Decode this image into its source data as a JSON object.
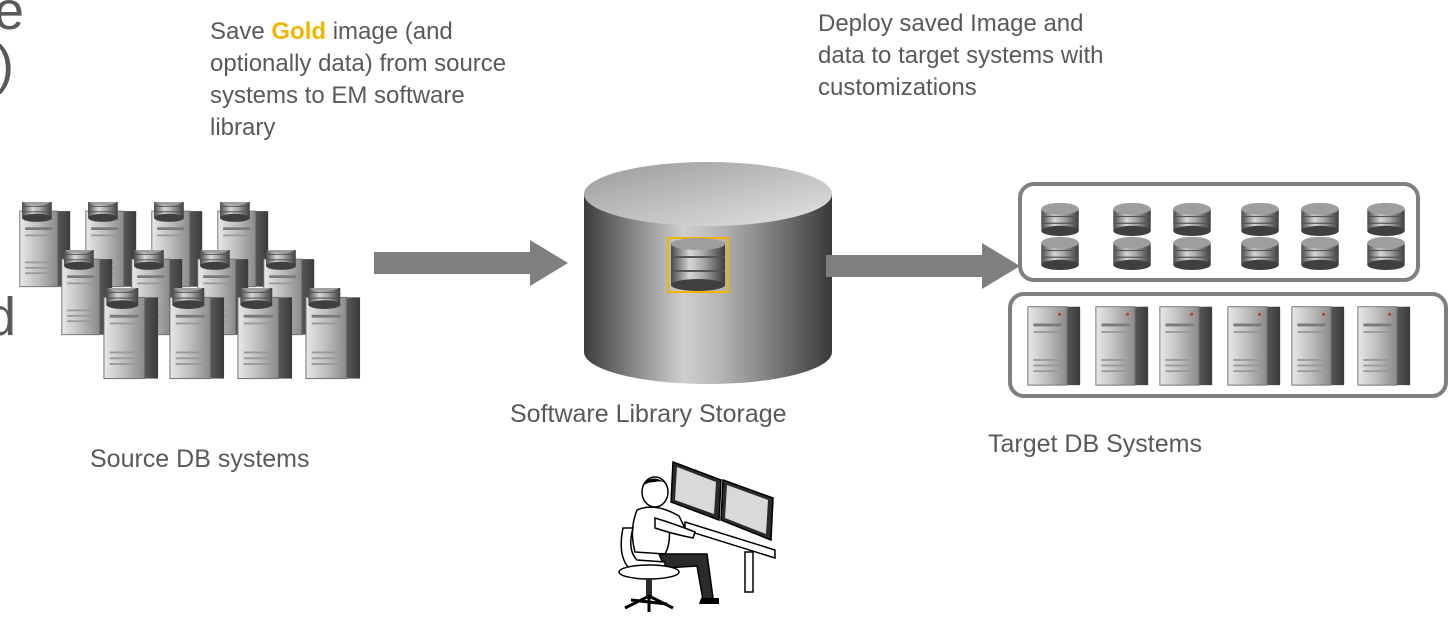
{
  "edge_text": {
    "line1": "e",
    "line2": ")",
    "line3": "d"
  },
  "step_save": {
    "prefix": "Save ",
    "highlight": "Gold",
    "line1_rest": " image (and",
    "line2": "optionally data) from source",
    "line3": "systems to EM software",
    "line4": "library"
  },
  "step_deploy": {
    "line1": "Deploy saved Image and",
    "line2": "data to target systems with",
    "line3": "customizations"
  },
  "labels": {
    "source": "Source DB systems",
    "library": "Software  Library  Storage",
    "target": "Target DB Systems"
  },
  "colors": {
    "text": "#595959",
    "gold": "#f2b600",
    "arrow": "#7f7f7f",
    "box_border": "#7f7f7f"
  },
  "icons": {
    "source": "server-tower-icon",
    "library": "storage-cylinder-icon",
    "database": "database-disk-icon",
    "admin": "administrator-workstation-icon"
  }
}
